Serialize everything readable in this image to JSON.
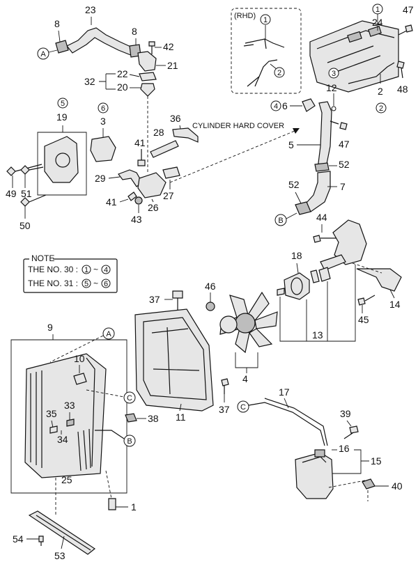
{
  "callouts": {
    "n1": "1",
    "n2": "2",
    "n3": "3",
    "n4": "4",
    "n5": "5",
    "n6": "6",
    "n7": "7",
    "n8a": "8",
    "n8b": "8",
    "n9": "9",
    "n10": "10",
    "n11": "11",
    "n12": "12",
    "n13": "13",
    "n14": "14",
    "n15": "15",
    "n16": "16",
    "n17": "17",
    "n18": "18",
    "n19": "19",
    "n20": "20",
    "n21": "21",
    "n22": "22",
    "n23": "23",
    "n24": "24",
    "n25": "25",
    "n26": "26",
    "n27": "27",
    "n28": "28",
    "n29": "29",
    "n32": "32",
    "n33": "33",
    "n34": "34",
    "n35": "35",
    "n36": "36",
    "n37a": "37",
    "n37b": "37",
    "n38": "38",
    "n39": "39",
    "n40": "40",
    "n41a": "41",
    "n41b": "41",
    "n42": "42",
    "n43": "43",
    "n44": "44",
    "n45": "45",
    "n46": "46",
    "n47a": "47",
    "n47b": "47",
    "n48": "48",
    "n49": "49",
    "n50": "50",
    "n51": "51",
    "n52a": "52",
    "n52b": "52",
    "n53": "53",
    "n54": "54"
  },
  "circled": {
    "c1_top": "1",
    "c1_rhd": "1",
    "c2_rhd": "2",
    "c2_right": "2",
    "c3": "3",
    "c4": "4",
    "c5": "5",
    "c6": "6",
    "cA_top": "A",
    "cA_rad": "A",
    "cB_bot": "B",
    "cB_rad": "B",
    "cC_rad": "C",
    "cC_hose": "C"
  },
  "labels": {
    "rhd": "(RHD)",
    "cylinder_cover": "CYLINDER HARD COVER"
  },
  "note": {
    "title": "NOTE",
    "line1_prefix": "THE NO. 30 :",
    "line1_from": "1",
    "line1_sep": "~",
    "line1_to": "4",
    "line2_prefix": "THE NO. 31 :",
    "line2_from": "5",
    "line2_sep": "~",
    "line2_to": "6"
  }
}
